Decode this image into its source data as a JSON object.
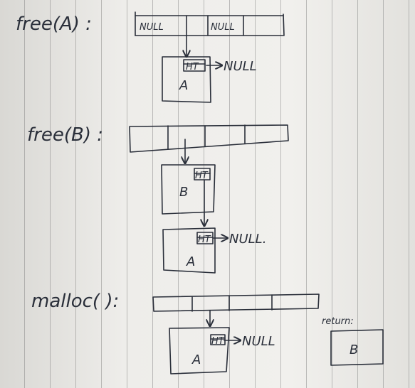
{
  "sections": {
    "free_a": {
      "label": "free(A) :",
      "slot1": "NULL",
      "slot2": "NULL",
      "head_mark": "HT",
      "next": "NULL",
      "block": "A"
    },
    "free_b": {
      "label": "free(B) :",
      "head_b_mark": "HT",
      "block_b": "B",
      "head_a_mark": "HT",
      "next": "NULL.",
      "block_a": "A"
    },
    "malloc": {
      "label": "malloc( ):",
      "head_mark": "HT",
      "next": "NULL",
      "block": "A",
      "return_label": "return:",
      "return_block": "B"
    }
  },
  "colors": {
    "ink": "#2a2f3a",
    "paper": "#eeedea",
    "rule": "#8a8a8a"
  }
}
